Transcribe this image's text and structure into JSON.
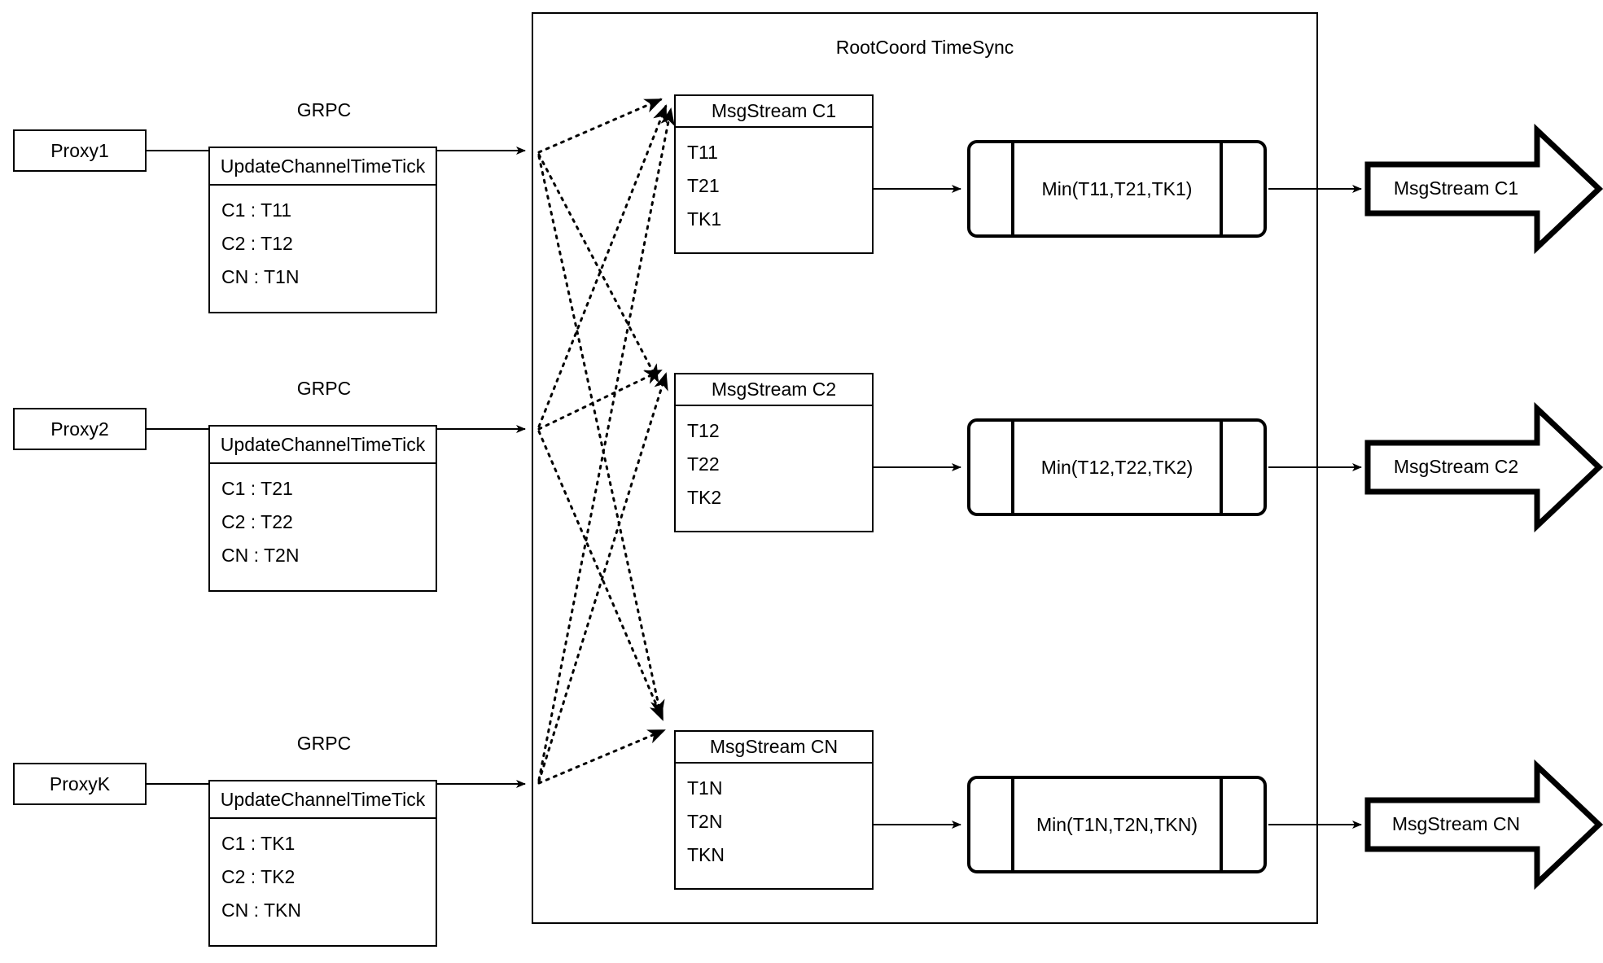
{
  "diagram": {
    "container": {
      "title": "RootCoord TimeSync"
    },
    "link_label": "GRPC",
    "proxies": [
      {
        "name": "Proxy1",
        "rpc_header": "UpdateChannelTimeTick",
        "rpc_rows": [
          "C1 :  T11",
          "C2 :  T12",
          "CN : T1N"
        ],
        "link_label": "GRPC"
      },
      {
        "name": "Proxy2",
        "rpc_header": "UpdateChannelTimeTick",
        "rpc_rows": [
          "C1 :  T21",
          "C2 :  T22",
          "CN : T2N"
        ],
        "link_label": "GRPC"
      },
      {
        "name": "ProxyK",
        "rpc_header": "UpdateChannelTimeTick",
        "rpc_rows": [
          "C1 :  TK1",
          "C2 :  TK2",
          "CN : TKN"
        ],
        "link_label": "GRPC"
      }
    ],
    "channels": [
      {
        "stream_header": "MsgStream C1",
        "stream_rows": [
          "T11",
          "T21",
          "TK1"
        ],
        "min_label": "Min(T11,T21,TK1)",
        "output_label": "MsgStream C1"
      },
      {
        "stream_header": "MsgStream C2",
        "stream_rows": [
          "T12",
          "T22",
          "TK2"
        ],
        "min_label": "Min(T12,T22,TK2)",
        "output_label": "MsgStream C2"
      },
      {
        "stream_header": "MsgStream CN",
        "stream_rows": [
          "T1N",
          "T2N",
          "TKN"
        ],
        "min_label": "Min(T1N,T2N,TKN)",
        "output_label": "MsgStream CN"
      }
    ],
    "colors": {
      "stroke": "#000000",
      "fill": "#ffffff"
    }
  }
}
